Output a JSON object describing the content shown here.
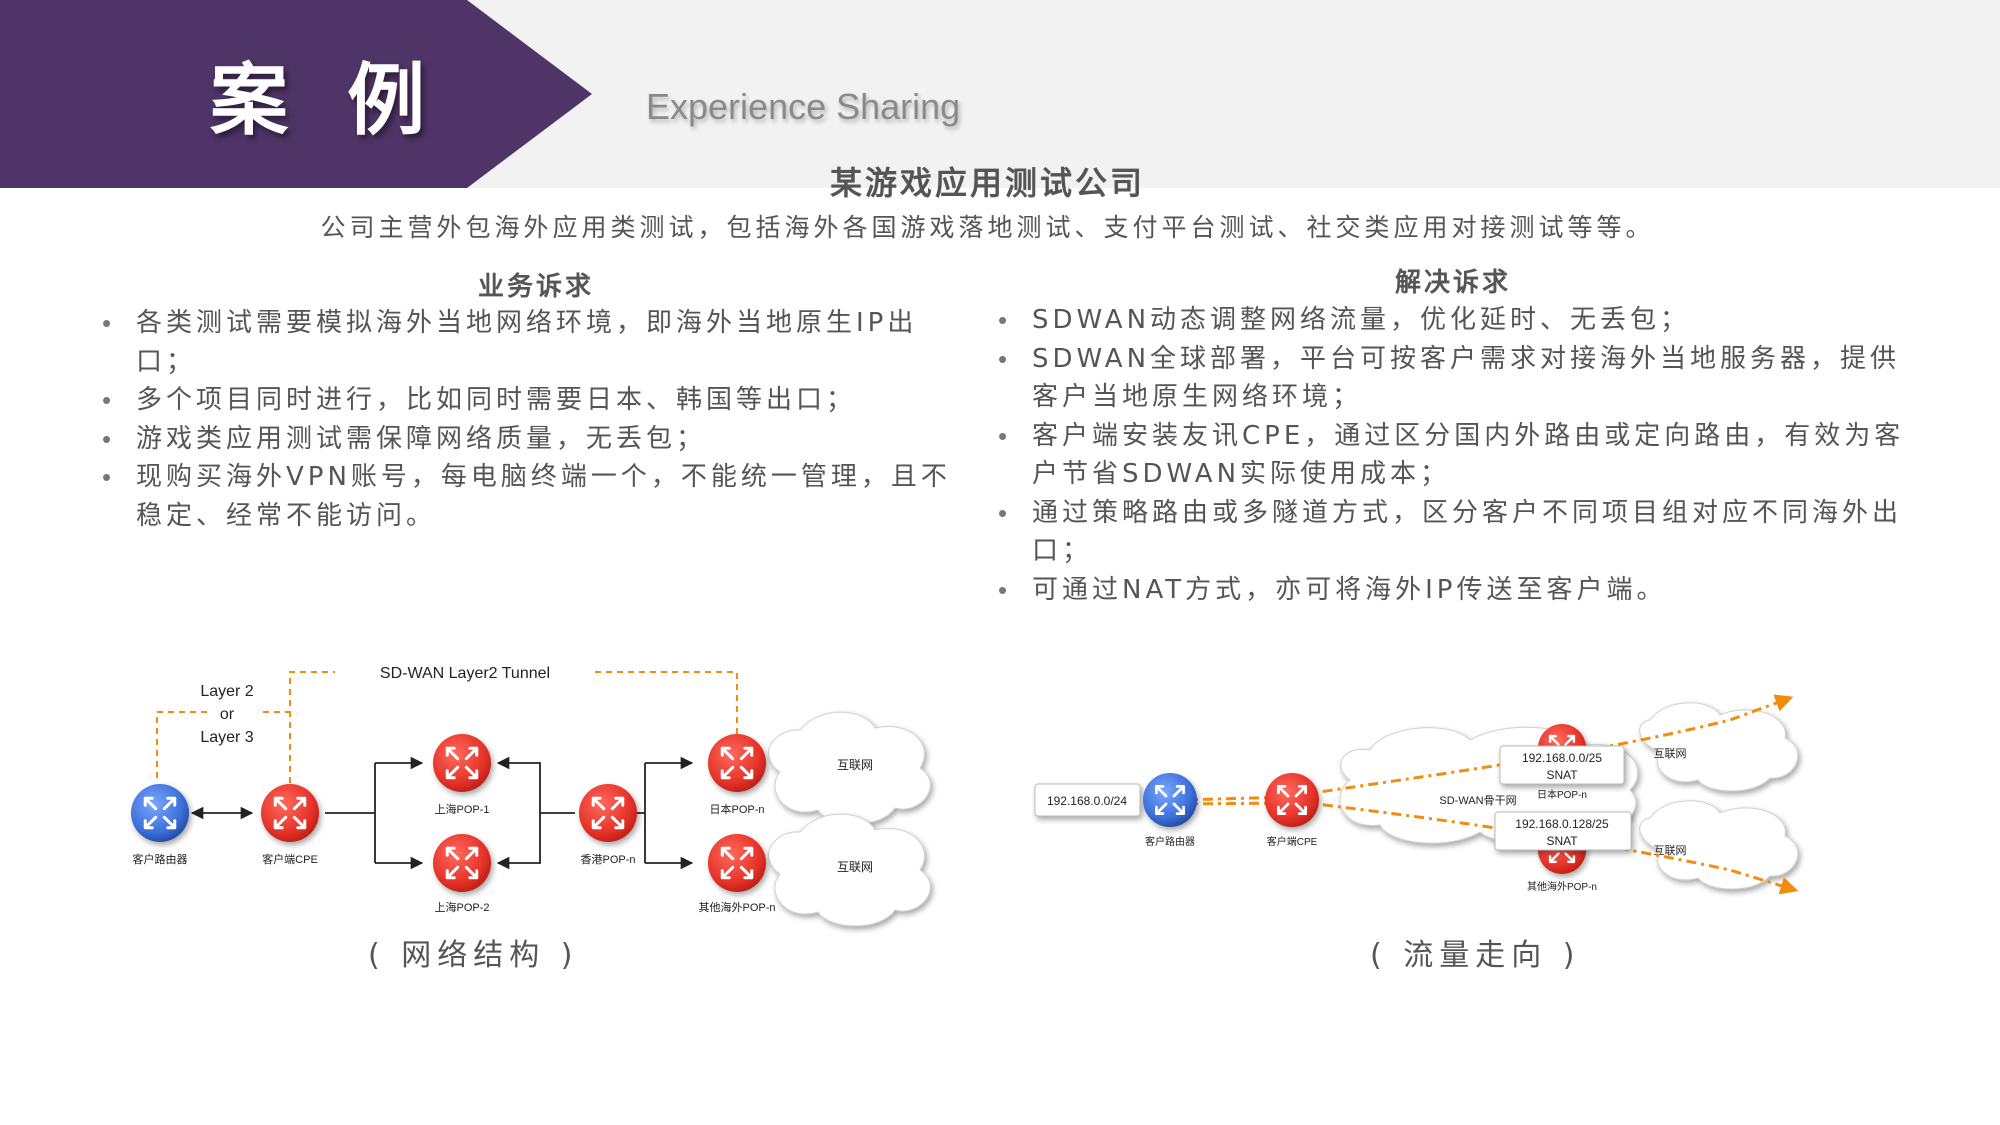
{
  "header": {
    "title": "案 例",
    "subtitle": "Experience Sharing"
  },
  "case": {
    "title": "某游戏应用测试公司",
    "description": "公司主营外包海外应用类测试，包括海外各国游戏落地测试、支付平台测试、社交类应用对接测试等等。"
  },
  "business": {
    "heading": "业务诉求",
    "items": [
      "各类测试需要模拟海外当地网络环境，即海外当地原生IP出口；",
      "多个项目同时进行，比如同时需要日本、韩国等出口；",
      "游戏类应用测试需保障网络质量，无丢包；",
      "现购买海外VPN账号，每电脑终端一个，不能统一管理，且不稳定、经常不能访问。"
    ]
  },
  "solution": {
    "heading": "解决诉求",
    "items": [
      "SDWAN动态调整网络流量，优化延时、无丢包；",
      "SDWAN全球部署，平台可按客户需求对接海外当地服务器，提供客户当地原生网络环境；",
      "客户端安装友讯CPE，通过区分国内外路由或定向路由，有效为客户节省SDWAN实际使用成本；",
      "通过策略路由或多隧道方式，区分客户不同项目组对应不同海外出口；",
      "可通过NAT方式，亦可将海外IP传送至客户端。"
    ]
  },
  "diagram_left": {
    "tunnel_label": "SD-WAN Layer2 Tunnel",
    "layer_label_1": "Layer 2",
    "layer_label_2": "or",
    "layer_label_3": "Layer 3",
    "customer_router": "客户路由器",
    "customer_cpe": "客户端CPE",
    "sh_pop1": "上海POP-1",
    "sh_pop2": "上海POP-2",
    "hk_pop": "香港POP-n",
    "jp_pop": "日本POP-n",
    "other_pop": "其他海外POP-n",
    "internet1": "互联网",
    "internet2": "互联网",
    "caption": "( 网络结构 )"
  },
  "diagram_right": {
    "lan_subnet": "192.168.0.0/24",
    "customer_router": "客户路由器",
    "customer_cpe": "客户端CPE",
    "backbone": "SD-WAN骨干网",
    "subnet_jp": "192.168.0.0/25",
    "snat_jp": "SNAT",
    "jp_pop": "日本POP-n",
    "subnet_other": "192.168.0.128/25",
    "snat_other": "SNAT",
    "other_pop": "其他海外POP-n",
    "internet1": "互联网",
    "internet2": "互联网",
    "caption": "( 流量走向 )"
  },
  "colors": {
    "title_band": "#4f3467",
    "header_bg": "#f2f2f2",
    "router_red": "#e53228",
    "router_blue": "#3a6fd8",
    "tunnel_orange": "#f28c0f"
  }
}
